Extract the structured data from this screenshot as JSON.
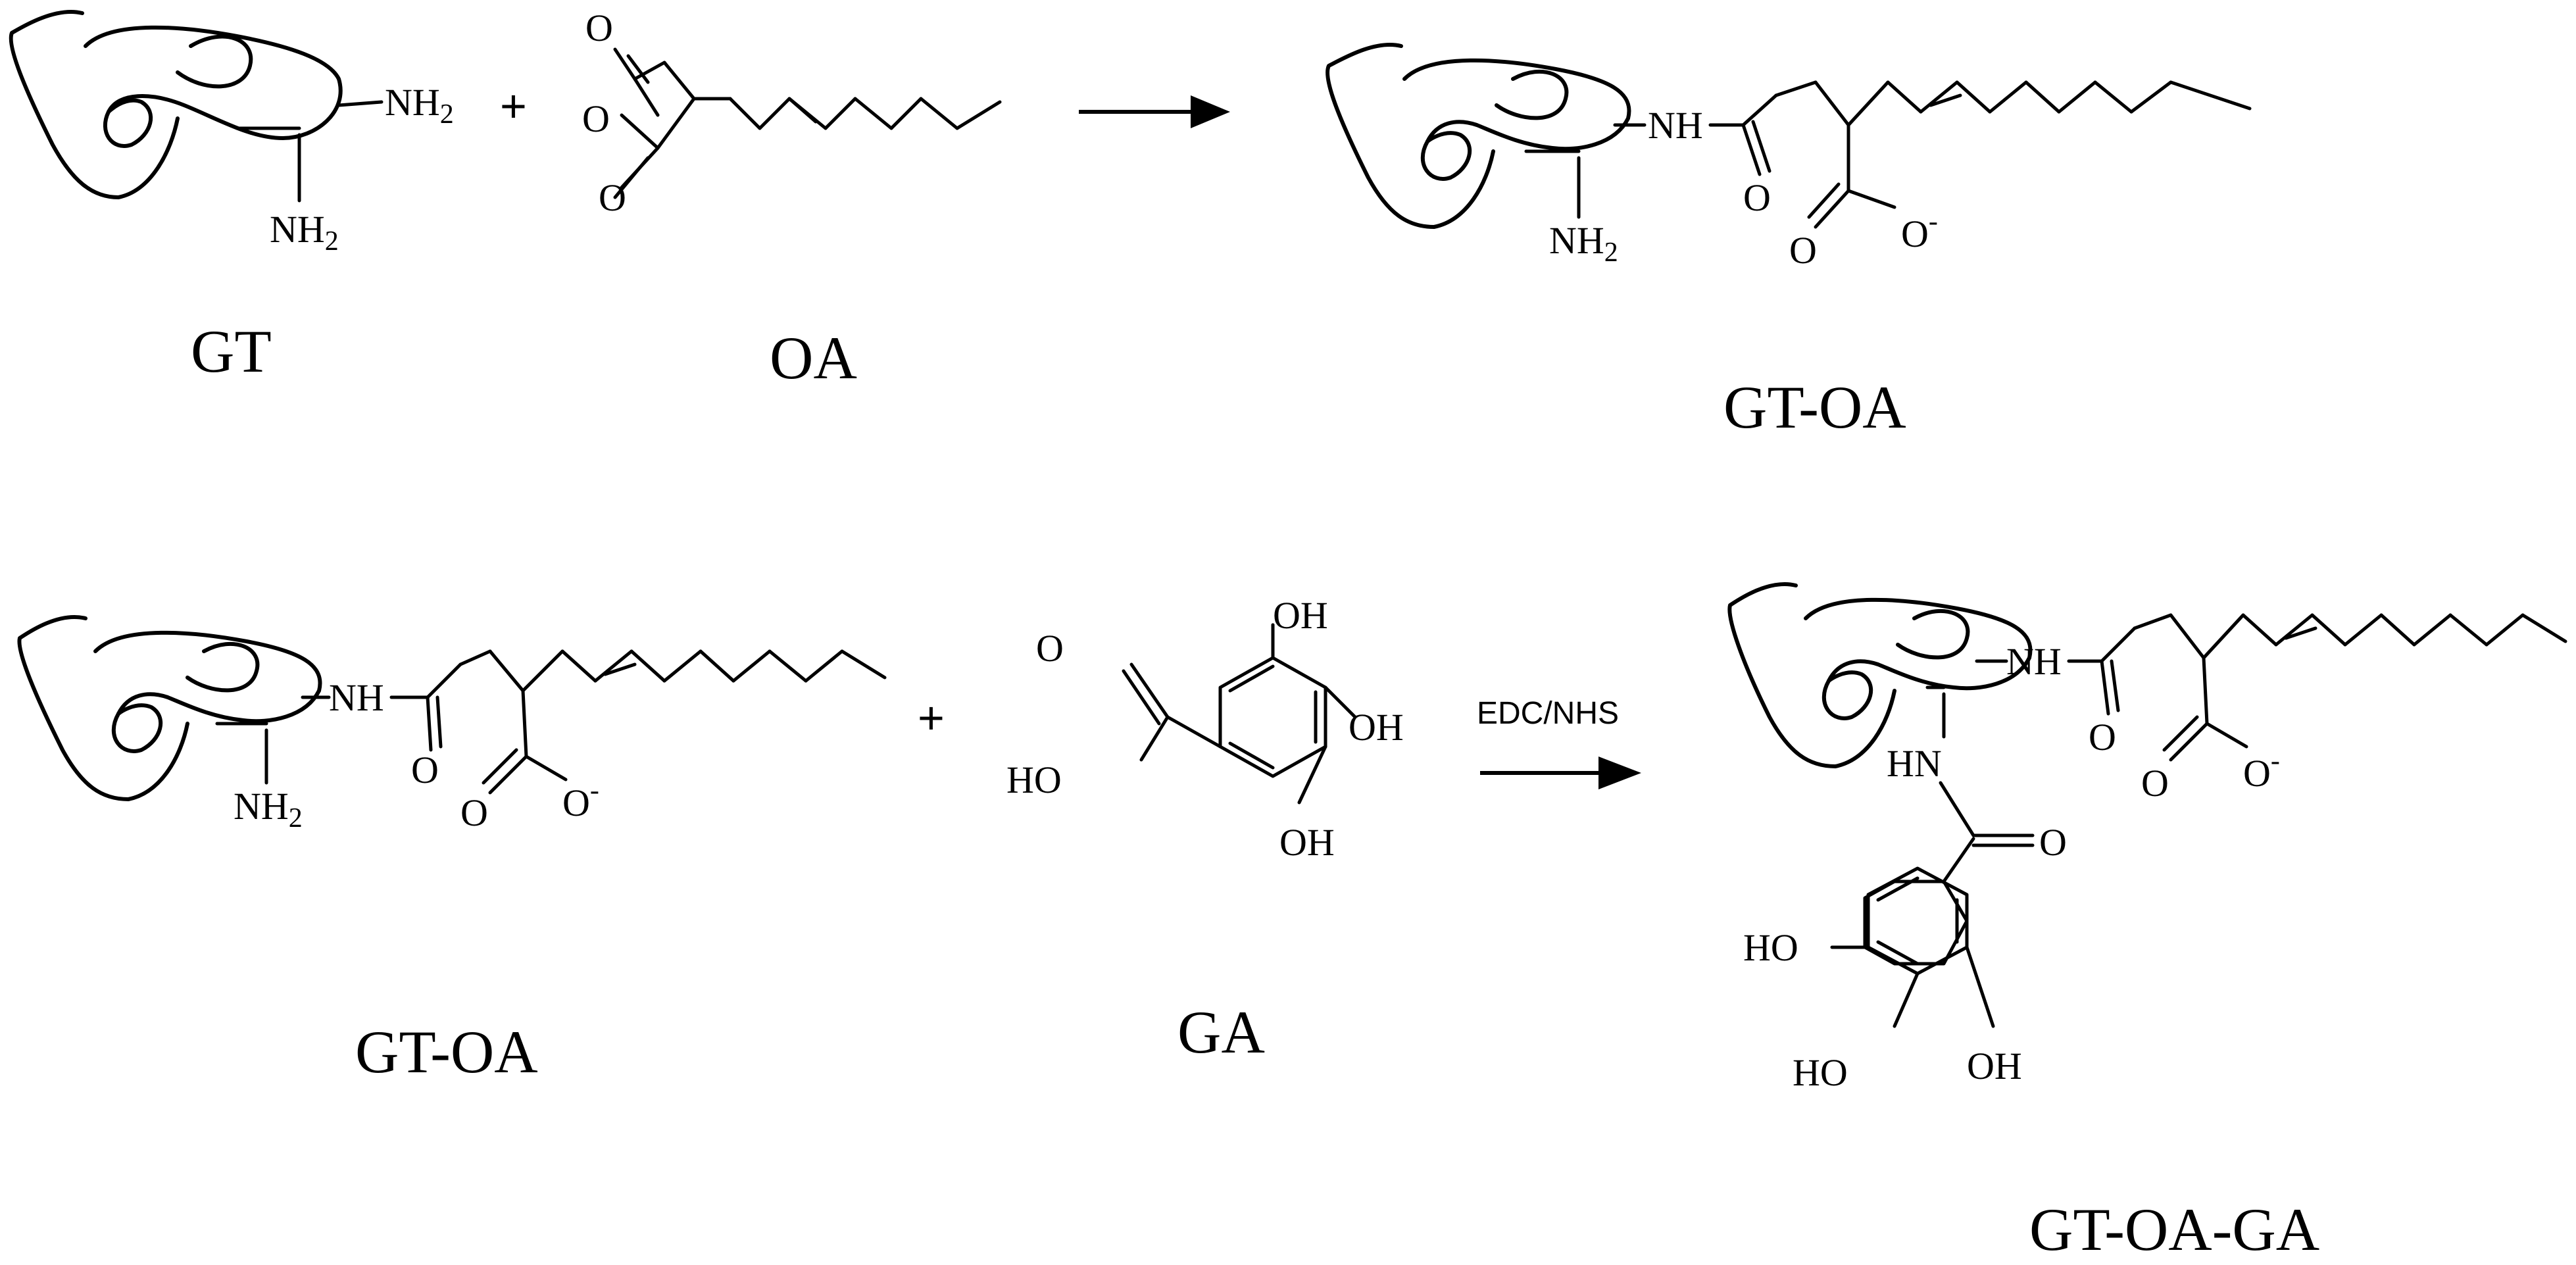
{
  "labels": {
    "gt": "GT",
    "oa": "OA",
    "gt_oa_product": "GT-OA",
    "gt_oa_reactant": "GT-OA",
    "ga": "GA",
    "gt_oa_ga": "GT-OA-GA"
  },
  "conditions": {
    "step2": "EDC/NHS"
  },
  "symbols": {
    "plus": "+"
  },
  "atoms": {
    "nh": "NH",
    "hn": "HN",
    "sub2": "2",
    "o": "O",
    "oh": "OH",
    "ho": "HO",
    "minus": "-"
  }
}
